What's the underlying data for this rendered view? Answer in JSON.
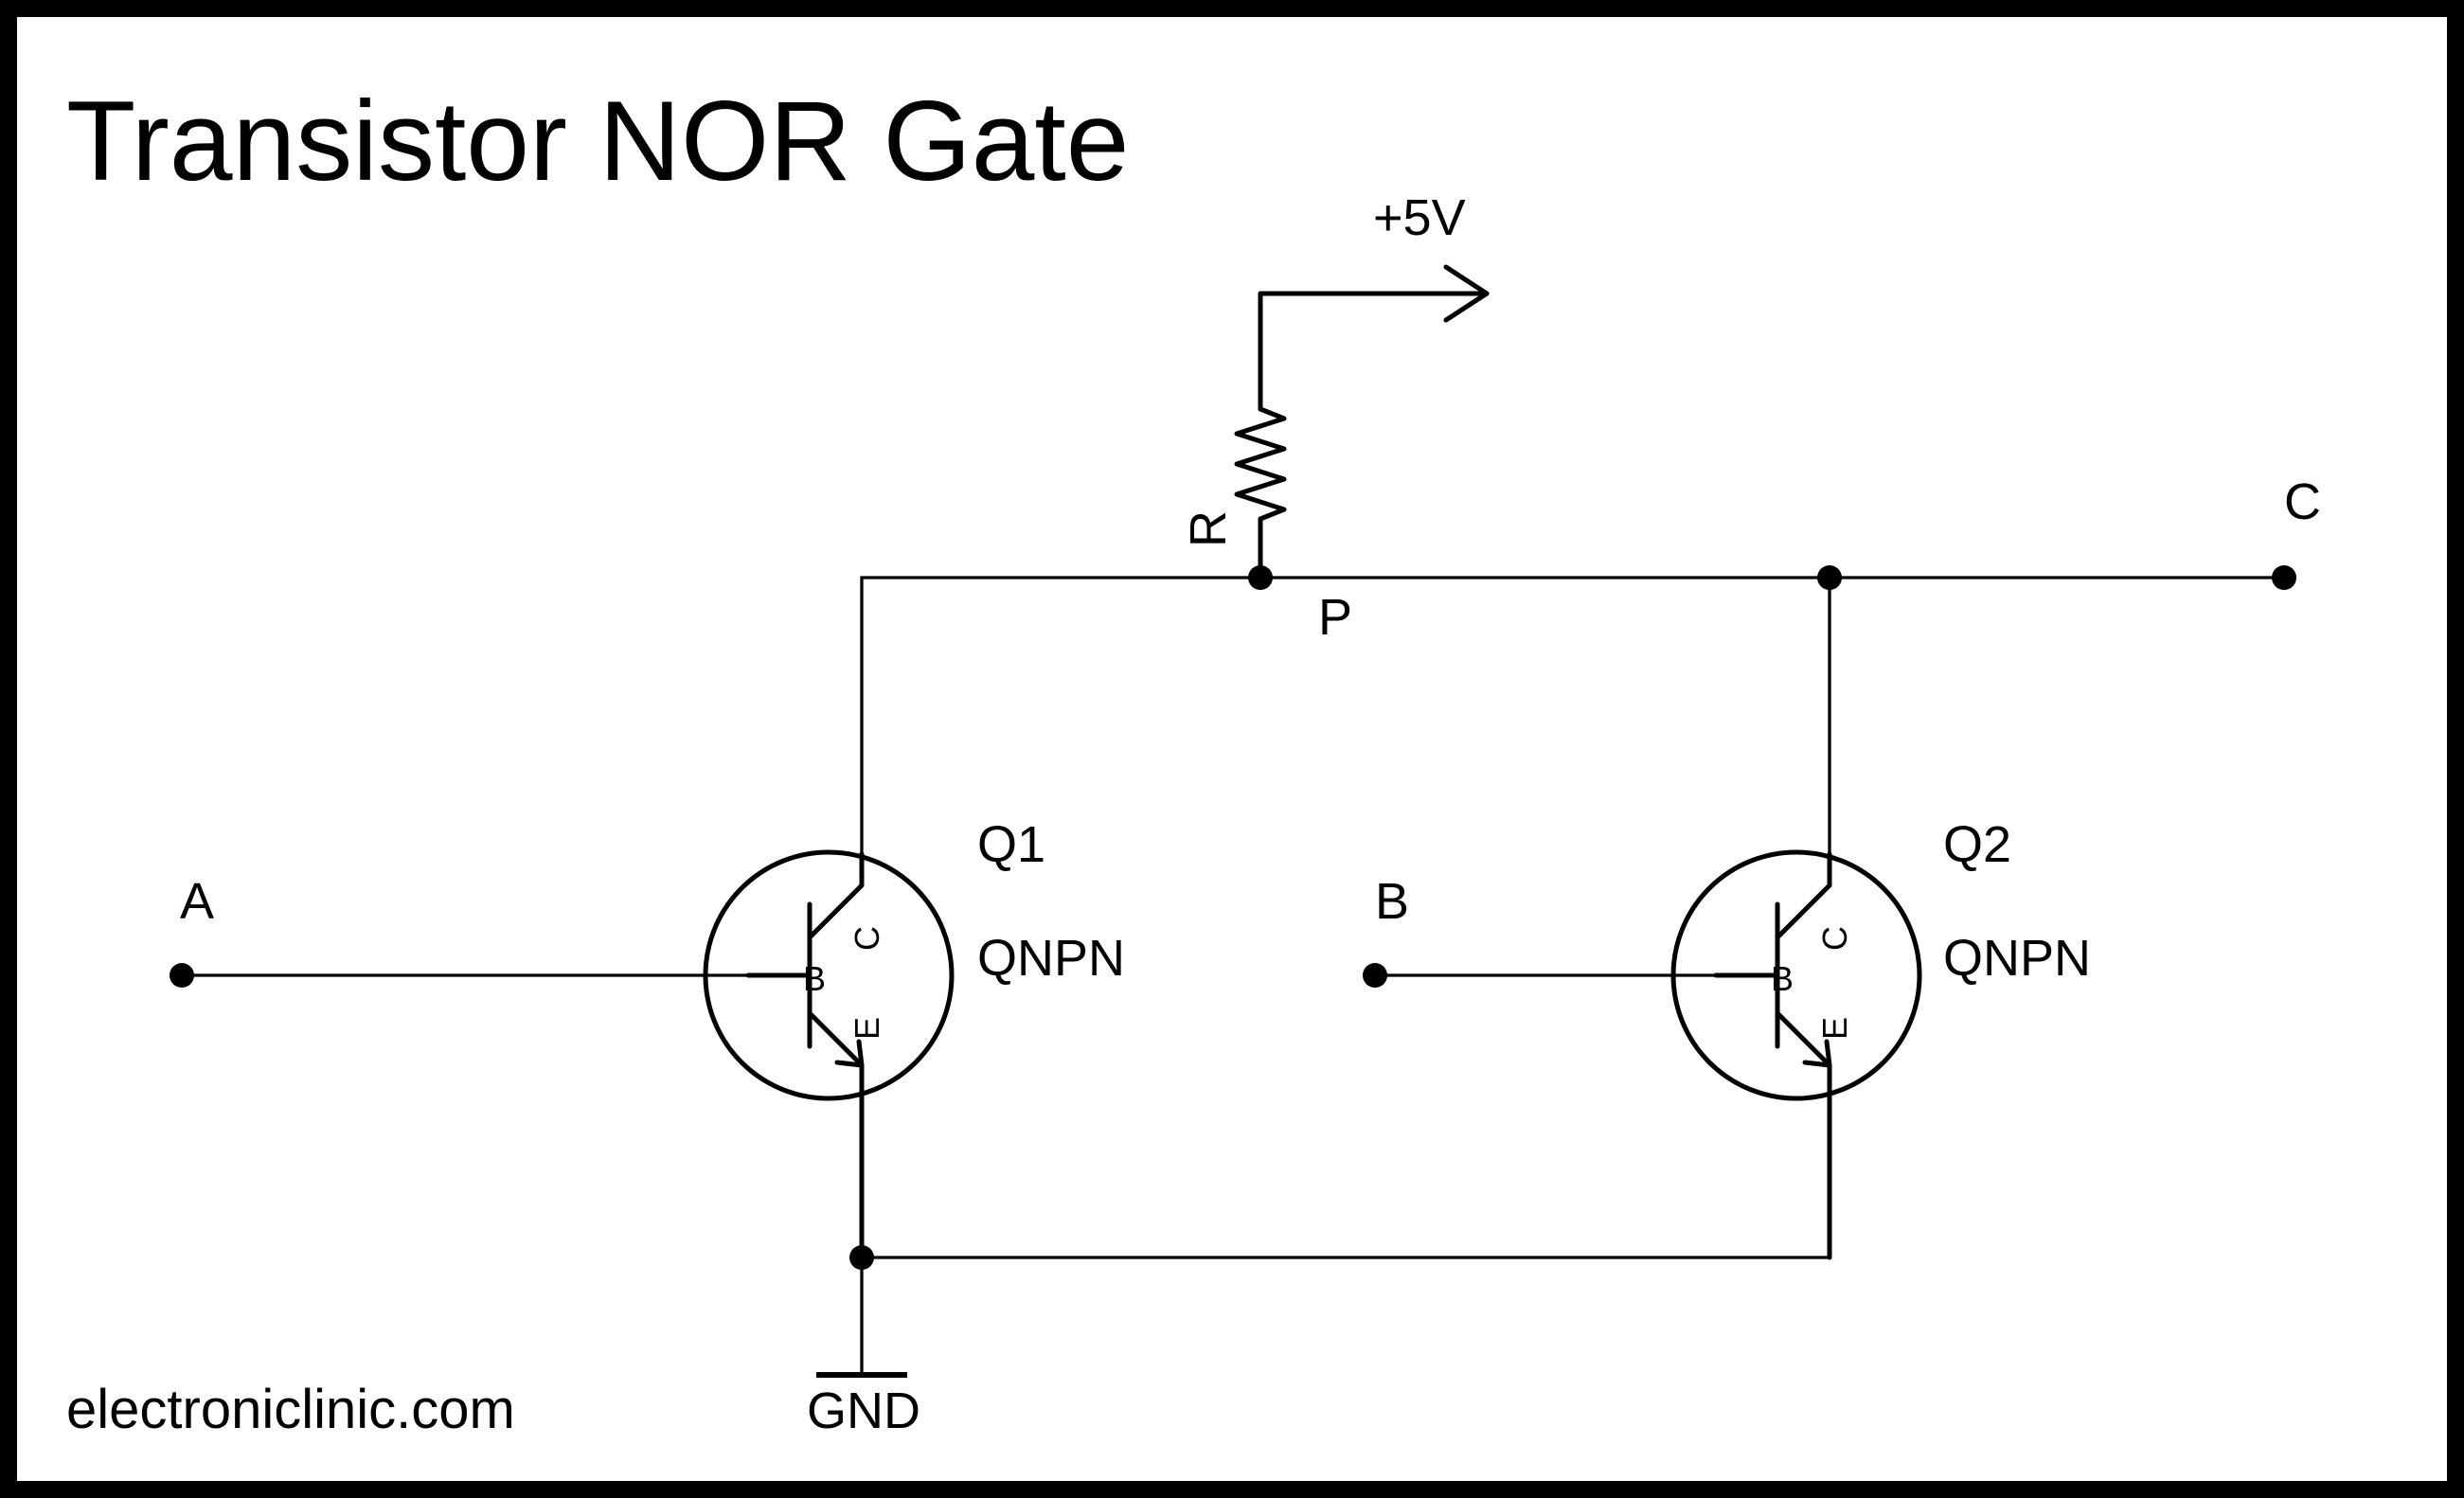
{
  "title": "Transistor NOR Gate",
  "supply_label": "+5V",
  "resistor": {
    "label": "R"
  },
  "node_label": "P",
  "output_label": "C",
  "inputs": {
    "a": "A",
    "b": "B"
  },
  "transistors": [
    {
      "ref": "Q1",
      "model": "QNPN",
      "pins": {
        "base": "B",
        "collector": "C",
        "emitter": "E"
      }
    },
    {
      "ref": "Q2",
      "model": "QNPN",
      "pins": {
        "base": "B",
        "collector": "C",
        "emitter": "E"
      }
    }
  ],
  "ground_label": "GND",
  "footer": "electroniclinic.com"
}
